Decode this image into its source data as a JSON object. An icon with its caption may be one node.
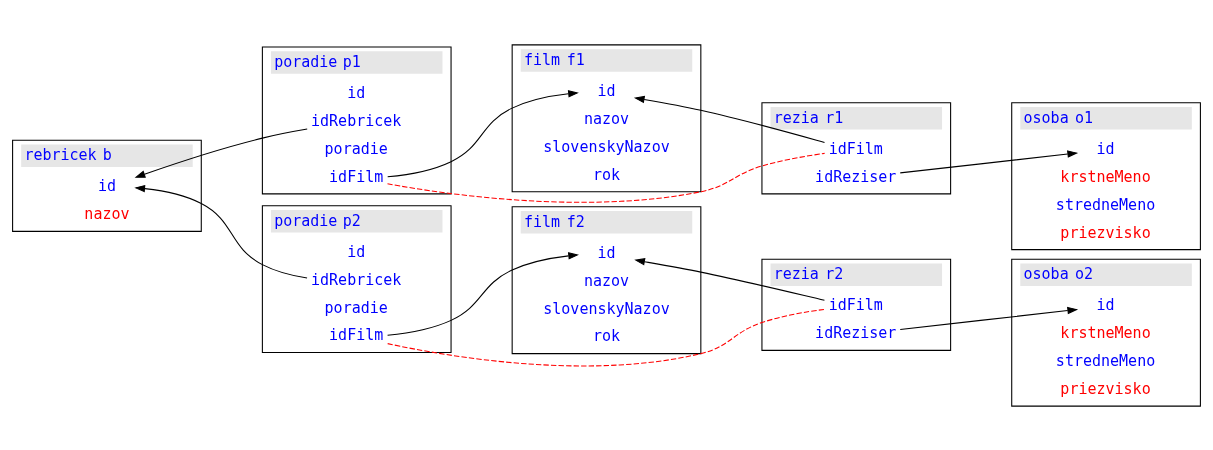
{
  "diagram": {
    "nodes": [
      {
        "text": [
          "rebricek",
          "b"
        ]
      },
      {
        "text": [
          "id"
        ],
        "in": 0
      },
      {
        "text": [
          "nazov"
        ],
        "in": 0
      },
      {
        "text": [
          "poradie",
          "p1"
        ]
      },
      {
        "text": [
          "id"
        ],
        "in": 3
      },
      {
        "text": [
          "idRebricek"
        ],
        "in": 3
      },
      {
        "text": [
          "poradie"
        ],
        "in": 3
      },
      {
        "text": [
          "idFilm"
        ],
        "in": 3
      },
      {
        "text": [
          "film",
          "f1"
        ]
      },
      {
        "text": [
          "id"
        ],
        "in": 8
      },
      {
        "text": [
          "nazov"
        ],
        "in": 8
      },
      {
        "text": [
          "slovenskyNazov"
        ],
        "in": 8
      },
      {
        "text": [
          "rok"
        ],
        "in": 8
      },
      {
        "text": [
          "rezia",
          "r1"
        ]
      },
      {
        "text": [
          "idFilm"
        ],
        "in": 13
      },
      {
        "text": [
          "idReziser"
        ],
        "in": 13
      },
      {
        "text": [
          "osoba",
          "o1"
        ]
      },
      {
        "text": [
          "id"
        ],
        "in": 16
      },
      {
        "text": [
          "krstneMeno"
        ],
        "in": 16
      },
      {
        "text": [
          "stredneMeno"
        ],
        "in": 16
      },
      {
        "text": [
          "priezvisko"
        ],
        "in": 16
      },
      {
        "text": [
          "poradie",
          "p2"
        ]
      },
      {
        "text": [
          "id"
        ],
        "in": 21
      },
      {
        "text": [
          "idRebricek"
        ],
        "in": 21
      },
      {
        "text": [
          "poradie"
        ],
        "in": 21
      },
      {
        "text": [
          "idFilm"
        ],
        "in": 21
      },
      {
        "text": [
          "film",
          "f2"
        ]
      },
      {
        "text": [
          "id"
        ],
        "in": 26
      },
      {
        "text": [
          "nazov"
        ],
        "in": 26
      },
      {
        "text": [
          "slovenskyNazov"
        ],
        "in": 26
      },
      {
        "text": [
          "rok"
        ],
        "in": 26
      },
      {
        "text": [
          "rezia",
          "r2"
        ]
      },
      {
        "text": [
          "idFilm"
        ],
        "in": 31
      },
      {
        "text": [
          "idReziser"
        ],
        "in": 31
      },
      {
        "text": [
          "osoba",
          "o2"
        ]
      },
      {
        "text": [
          "id"
        ],
        "in": 34
      },
      {
        "text": [
          "krstneMeno"
        ],
        "in": 34
      },
      {
        "text": [
          "stredneMeno"
        ],
        "in": 34
      },
      {
        "text": [
          "priezvisko"
        ],
        "in": 34
      }
    ],
    "edges": [
      {
        "from": 5,
        "to": 1,
        "arrow": "to"
      },
      {
        "from": 7,
        "to": 9,
        "arrow": "to"
      },
      {
        "from": 14,
        "to": 9,
        "arrow": "to"
      },
      {
        "from": 15,
        "to": 17,
        "arrow": "to"
      },
      {
        "from": 7,
        "to": 14,
        "arrow": "none",
        "style": "dashed",
        "color": "#ff0000"
      },
      {
        "from": 23,
        "to": 1,
        "arrow": "to"
      },
      {
        "from": 25,
        "to": 27,
        "arrow": "to"
      },
      {
        "from": 32,
        "to": 27,
        "arrow": "to"
      },
      {
        "from": 33,
        "to": 35,
        "arrow": "to"
      },
      {
        "from": 25,
        "to": 32,
        "arrow": "none",
        "style": "dashed",
        "color": "#ff0000"
      }
    ]
  }
}
